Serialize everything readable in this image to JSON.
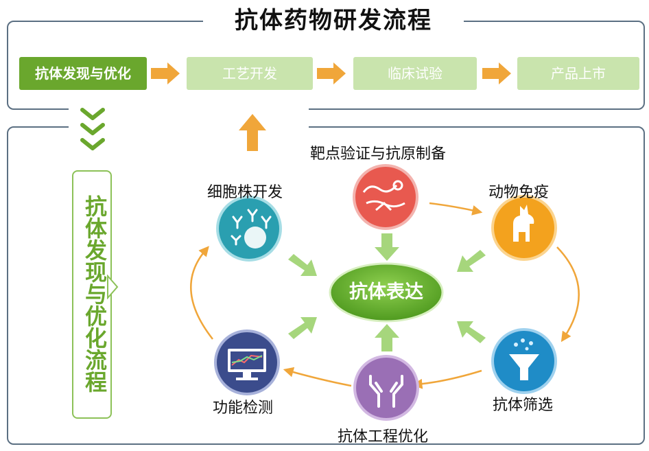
{
  "title": "抗体药物研发流程",
  "pipeline": [
    "抗体发现与优化",
    "工艺开发",
    "临床试验",
    "产品上市"
  ],
  "side_label": "抗体发现与优化流程",
  "center": "抗体表达",
  "nodes": {
    "target": "靶点验证与抗原制备",
    "immunization": "动物免疫",
    "screening": "抗体筛选",
    "engineering": "抗体工程优化",
    "assay": "功能检测",
    "cellline": "细胞株开发"
  },
  "colors": {
    "green_dark": "#6aa72d",
    "green_light": "#c9e4ad",
    "orange": "#f0a63a",
    "red": "#e8594f",
    "teal": "#2a9fb0",
    "blue": "#2d8fc4",
    "purple": "#9a6fb5",
    "navy": "#3b4c8c"
  }
}
